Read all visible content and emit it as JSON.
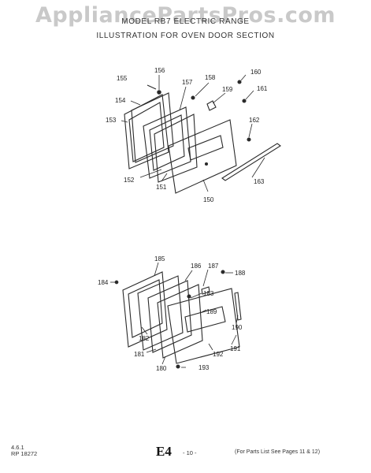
{
  "watermark": "AppliancePartsPros.com",
  "header": {
    "line1": "MODEL RB7 ELECTRIC RANGE",
    "line2": "ILLUSTRATION FOR OVEN DOOR SECTION"
  },
  "top_diagram": {
    "labels": [
      "156",
      "155",
      "154",
      "153",
      "157",
      "158",
      "159",
      "160",
      "161",
      "162",
      "152",
      "151",
      "150",
      "163"
    ]
  },
  "bottom_diagram": {
    "labels": [
      "185",
      "186",
      "187",
      "188",
      "184",
      "183",
      "189",
      "182",
      "181",
      "180",
      "190",
      "191",
      "192",
      "193"
    ]
  },
  "footer": {
    "code1": "4.6.1",
    "code2": "RP 18272",
    "section": "E4",
    "page": "- 10 -",
    "note": "(For Parts List See Pages 11 & 12)"
  }
}
